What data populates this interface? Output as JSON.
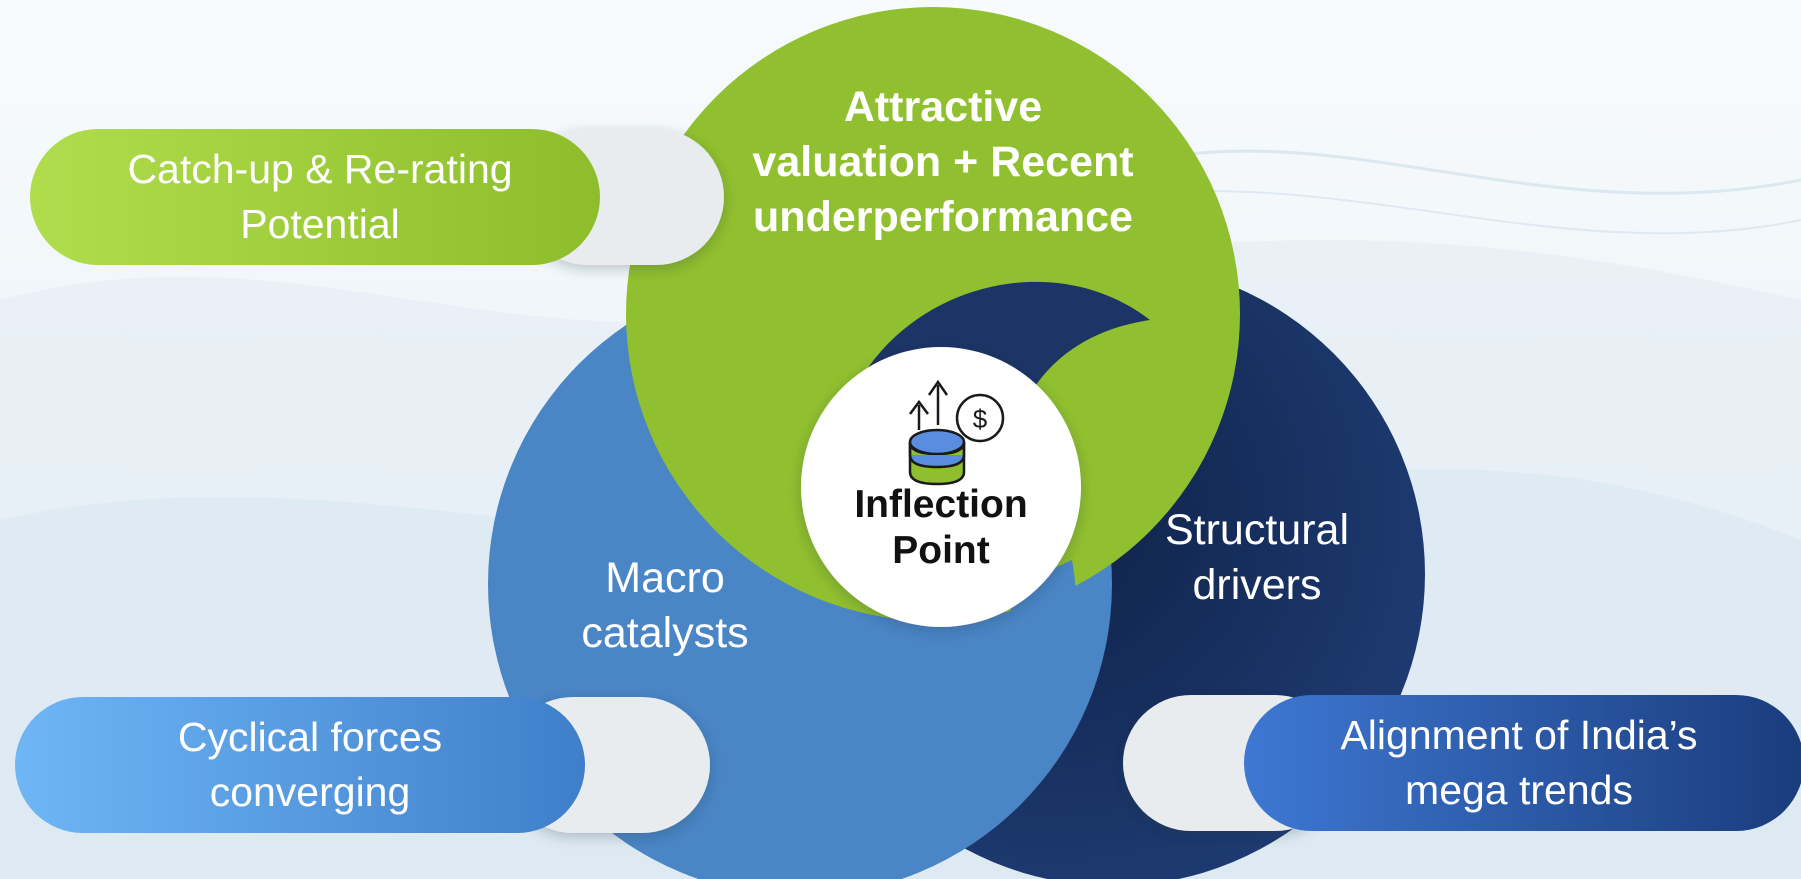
{
  "circles": {
    "top": {
      "label_lines": [
        "Attractive",
        "valuation + Recent",
        "underperformance"
      ],
      "color": "#8fbe2e"
    },
    "left": {
      "label_lines": [
        "Macro",
        "catalysts"
      ],
      "color": "#4a85c5"
    },
    "right": {
      "label_lines": [
        "Structural",
        "drivers"
      ],
      "color": "#1c3566"
    }
  },
  "center": {
    "label_lines": [
      "Inflection",
      "Point"
    ],
    "icon": "investment-growth-icon"
  },
  "pills": {
    "top_left": {
      "lines": [
        "Catch-up & Re-rating",
        "Potential"
      ],
      "colors": [
        "#b0dd4d",
        "#8dbd2a"
      ]
    },
    "bottom_left": {
      "lines": [
        "Cyclical forces",
        "converging"
      ],
      "colors": [
        "#6fb6f5",
        "#3f7fca"
      ]
    },
    "bottom_right": {
      "lines": [
        "Alignment of India’s",
        "mega trends"
      ],
      "colors": [
        "#3e78d3",
        "#1a3c7c"
      ]
    }
  }
}
